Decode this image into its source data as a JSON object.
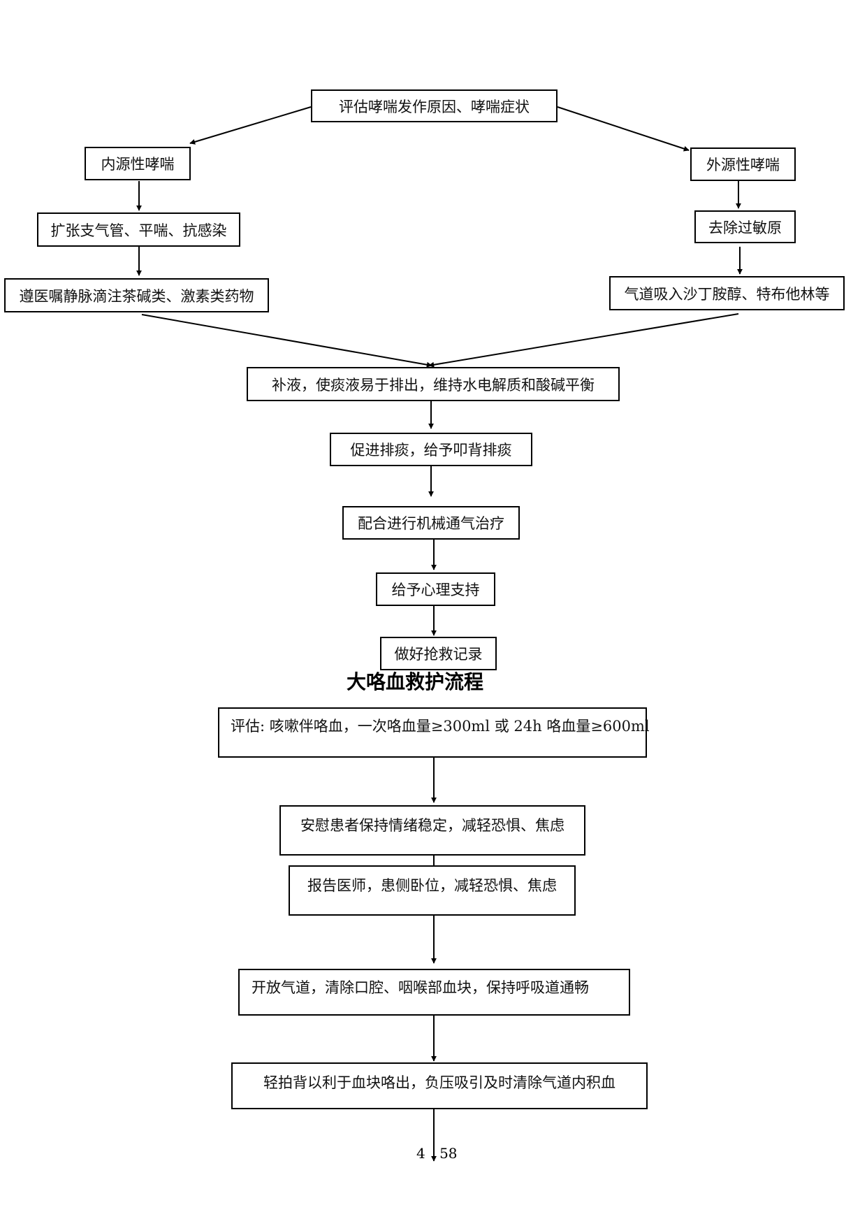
{
  "asthma_flow": {
    "assess": "评估哮喘发作原因、哮喘症状",
    "internal": "内源性哮喘",
    "external": "外源性哮喘",
    "dilate": "扩张支气管、平喘、抗感染",
    "remove_allergen": "去除过敏原",
    "iv_meds": "遵医嘱静脉滴注茶碱类、激素类药物",
    "inhale": "气道吸入沙丁胺醇、特布他林等",
    "fluids": "补液，使痰液易于排出，维持水电解质和酸碱平衡",
    "sputum": "促进排痰，给予叩背排痰",
    "ventilation": "配合进行机械通气治疗",
    "psych": "给予心理支持",
    "record": "做好抢救记录"
  },
  "hemoptysis_flow": {
    "title": "大咯血救护流程",
    "assess": "评估: 咳嗽伴咯血，一次咯血量≥300ml 或 24h 咯血量≥600ml",
    "comfort": "安慰患者保持情绪稳定，减轻恐惧、焦虑",
    "report": "报告医师，患侧卧位，减轻恐惧、焦虑",
    "airway": "开放气道，清除口腔、咽喉部血块，保持呼吸道通畅",
    "pat_back": "轻拍背以利于血块咯出，负压吸引及时清除气道内积血"
  },
  "page_number": "4 58"
}
